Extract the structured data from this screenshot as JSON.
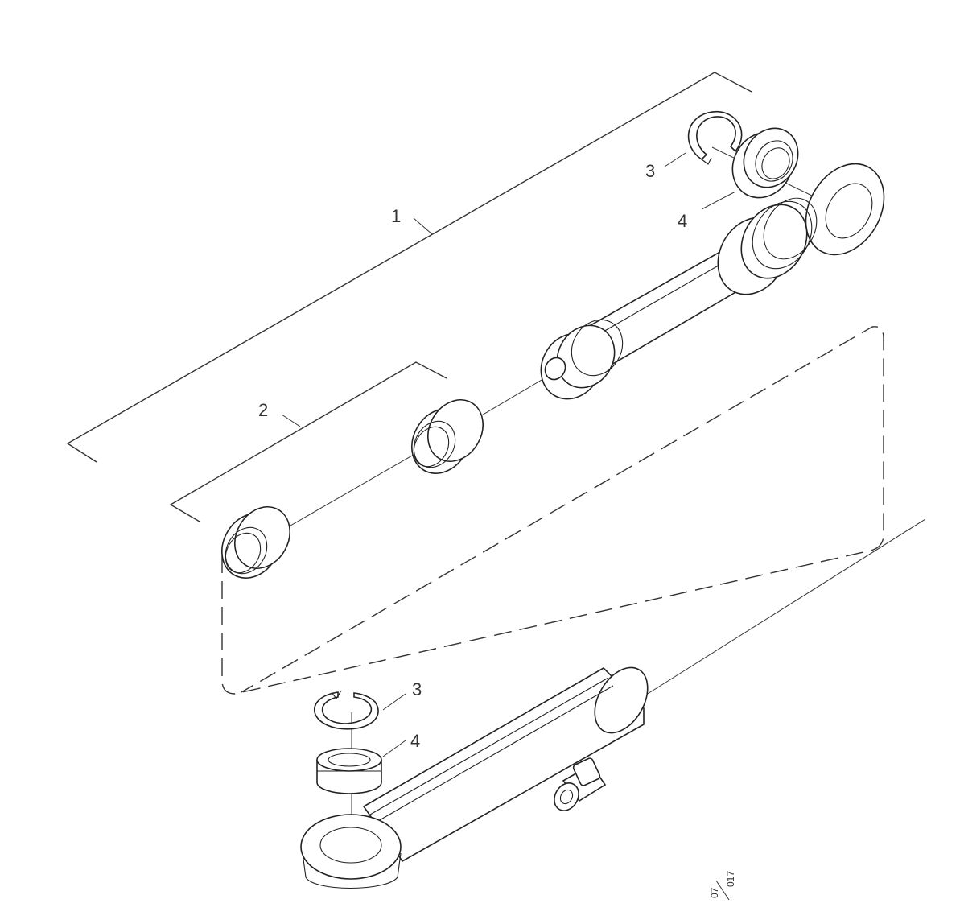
{
  "callouts": {
    "assembly_rod": "1",
    "seal_kit": "2",
    "circlip_top": "3",
    "bearing_top": "4",
    "circlip_bottom": "3",
    "bearing_bottom": "4"
  },
  "document_ref": {
    "numerator": "07",
    "denominator": "017"
  },
  "colors": {
    "line": "#333333",
    "background": "#ffffff"
  }
}
